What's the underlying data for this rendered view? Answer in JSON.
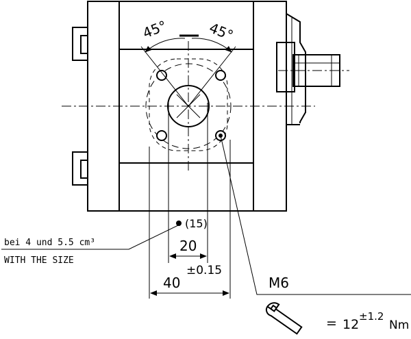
{
  "angles": {
    "left": "45°",
    "right": "45°"
  },
  "note": {
    "line1": "bei 4 und 5.5 cm³",
    "line2": "WITH THE SIZE"
  },
  "dims": {
    "ref": "(15)",
    "inner": "20",
    "tolerance": "±0.15",
    "outer": "40",
    "thread": "M6"
  },
  "torque": {
    "eq": "=",
    "base": "12",
    "tol": "±1.2",
    "unit": "Nm"
  },
  "colors": {
    "ink": "#000000",
    "paper": "#ffffff"
  },
  "icons": {
    "wrench": "wrench-icon",
    "dot": "filled-dot-marker"
  }
}
